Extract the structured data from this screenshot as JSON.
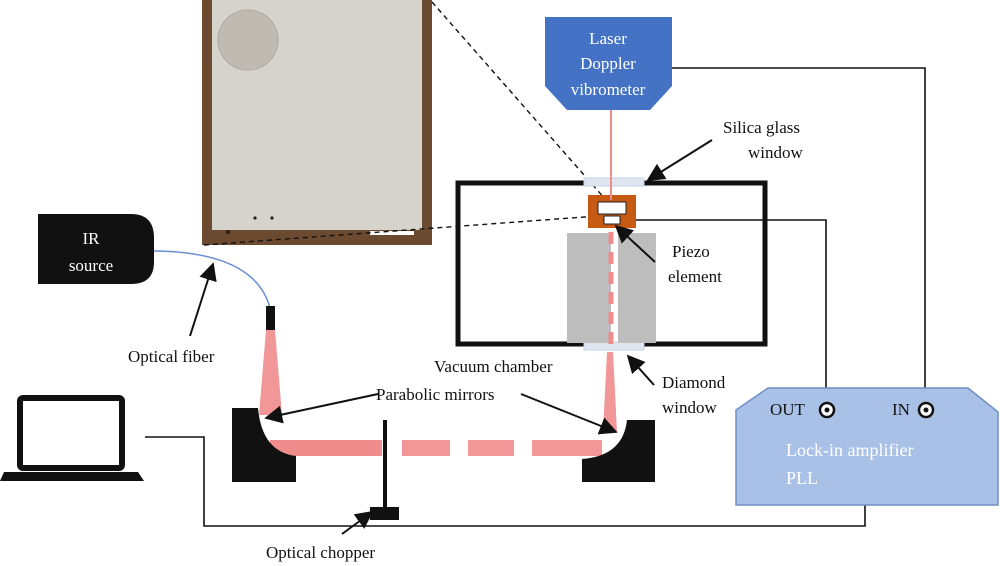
{
  "colors": {
    "laser_box": "#4472c4",
    "lockin_box": "#a9c1e6",
    "ir_box": "#111111",
    "beam": "#f08c8c",
    "sample_frame": "#6b4a30",
    "sample_inner": "#d6d3cd",
    "piezo_holder": "#c75a12",
    "chamber_block": "#bdbdbd",
    "fiber": "#6a8ed4",
    "mirror": "#111111"
  },
  "icons": {
    "laptop": "laptop-icon",
    "chopper": "optical-chopper-icon",
    "mirror": "parabolic-mirror-icon"
  },
  "labels": {
    "laser_line1": "Laser",
    "laser_line2": "Doppler",
    "laser_line3": "vibrometer",
    "silica_line1": "Silica glass",
    "silica_line2": "window",
    "ir_line1": "IR",
    "ir_line2": "source",
    "piezo_line1": "Piezo",
    "piezo_line2": "element",
    "optical_fiber": "Optical fiber",
    "vacuum_chamber": "Vacuum chamber",
    "diamond_line1": "Diamond",
    "diamond_line2": "window",
    "parabolic_mirrors": "Parabolic mirrors",
    "out_port": "OUT",
    "in_port": "IN",
    "lockin_line1": "Lock-in amplifier",
    "lockin_line2": "PLL",
    "optical_chopper": "Optical chopper"
  }
}
